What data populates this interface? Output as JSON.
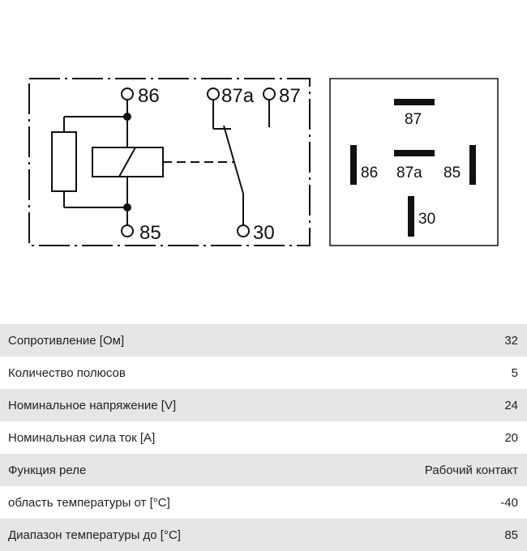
{
  "schematic": {
    "terminals": {
      "t86": "86",
      "t85": "85",
      "t87a": "87a",
      "t87": "87",
      "t30": "30"
    }
  },
  "socket": {
    "labels": {
      "s87": "87",
      "s86": "86",
      "s87a": "87a",
      "s85": "85",
      "s30": "30"
    }
  },
  "specs": [
    {
      "label": "Сопротивление [Ом]",
      "value": "32"
    },
    {
      "label": "Количество полюсов",
      "value": "5"
    },
    {
      "label": "Номинальное напряжение [V]",
      "value": "24"
    },
    {
      "label": "Номинальная сила ток [A]",
      "value": "20"
    },
    {
      "label": "Функция реле",
      "value": "Рабочий контакт"
    },
    {
      "label": "область температуры от [°C]",
      "value": "-40"
    },
    {
      "label": "Диапазон температуры до [°C]",
      "value": "85"
    }
  ]
}
